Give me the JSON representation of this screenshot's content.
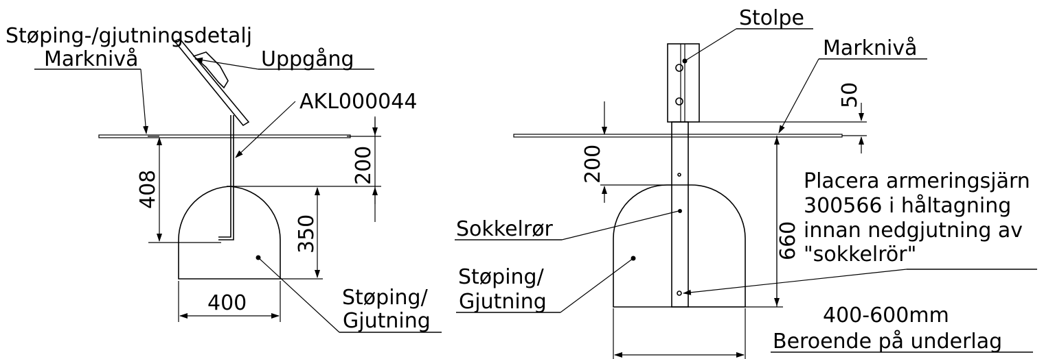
{
  "left_detail": {
    "title": "Støping-/gjutningsdetalj",
    "ground_level": "Marknivå",
    "rise": "Uppgång",
    "part_number": "AKL000044",
    "casting_l1": "Støping/",
    "casting_l2": "Gjutning",
    "dims": {
      "d408": "408",
      "d200": "200",
      "d350": "350",
      "d400": "400"
    }
  },
  "right_detail": {
    "post": "Stolpe",
    "ground_level": "Marknivå",
    "socket_tube": "Sokkelrør",
    "casting_l1": "Støping/",
    "casting_l2": "Gjutning",
    "note_l1": "Placera armeringsjärn",
    "note_l2": "300566 i håltagning",
    "note_l3": "innan nedgjutning av",
    "note_l4": "\"sokkelrör\"",
    "width_note_l1": "400-600mm",
    "width_note_l2": "Beroende på underlag",
    "dims": {
      "d50": "50",
      "d200": "200",
      "d660": "660"
    }
  }
}
